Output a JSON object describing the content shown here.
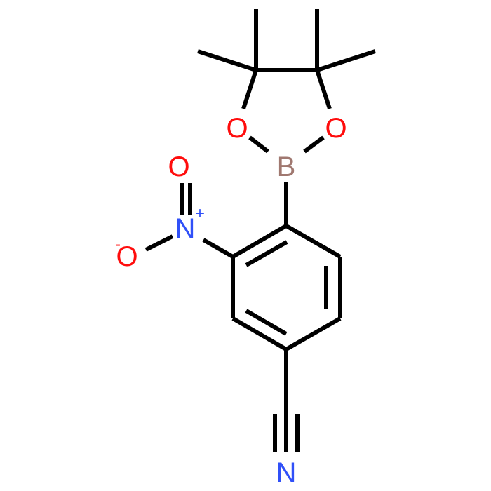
{
  "molecule": {
    "colors": {
      "bond": "#000000",
      "oxygen": "#ff0d0d",
      "nitrogen": "#3050f8",
      "boron": "#a07870",
      "background": "#ffffff"
    },
    "atoms": {
      "boron": "B",
      "ring_oxygen_left": "O",
      "ring_oxygen_right": "O",
      "nitro_nitrogen": "N",
      "nitro_nitrogen_charge": "+",
      "nitro_oxygen_double": "O",
      "nitro_oxygen_single": "O",
      "nitro_oxygen_charge": "-",
      "nitrile_nitrogen": "N"
    }
  }
}
